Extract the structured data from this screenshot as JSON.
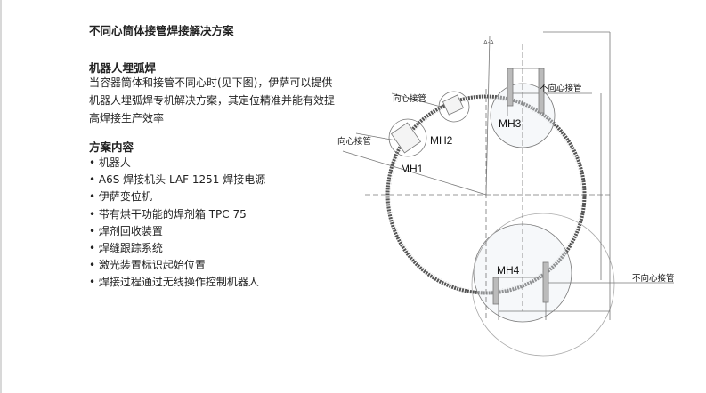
{
  "title": "不同心筒体接管焊接解决方案",
  "section1": {
    "heading": "机器人埋弧焊",
    "text": "当容器筒体和接管不同心时(见下图)，伊萨可以提供机器人埋弧焊专机解决方案，其定位精准并能有效提高焊接生产效率"
  },
  "section2": {
    "heading": "方案内容",
    "items": [
      "机器人",
      "A6S 焊接机头 LAF 1251 焊接电源",
      "伊萨变位机",
      "带有烘干功能的焊剂箱 TPC 75",
      "焊剂回收装置",
      "焊缝跟踪系统",
      "激光装置标识起始位置",
      "焊接过程通过无线操作控制机器人"
    ]
  },
  "drawing": {
    "section": "A-A",
    "labels": {
      "mh1": "MH1",
      "mh2": "MH2",
      "mh3": "MH3",
      "mh4": "MH4",
      "concentric1": "向心接管",
      "concentric2": "向心接管",
      "eccentric1": "不向心接管",
      "eccentric2": "不向心接管"
    }
  }
}
